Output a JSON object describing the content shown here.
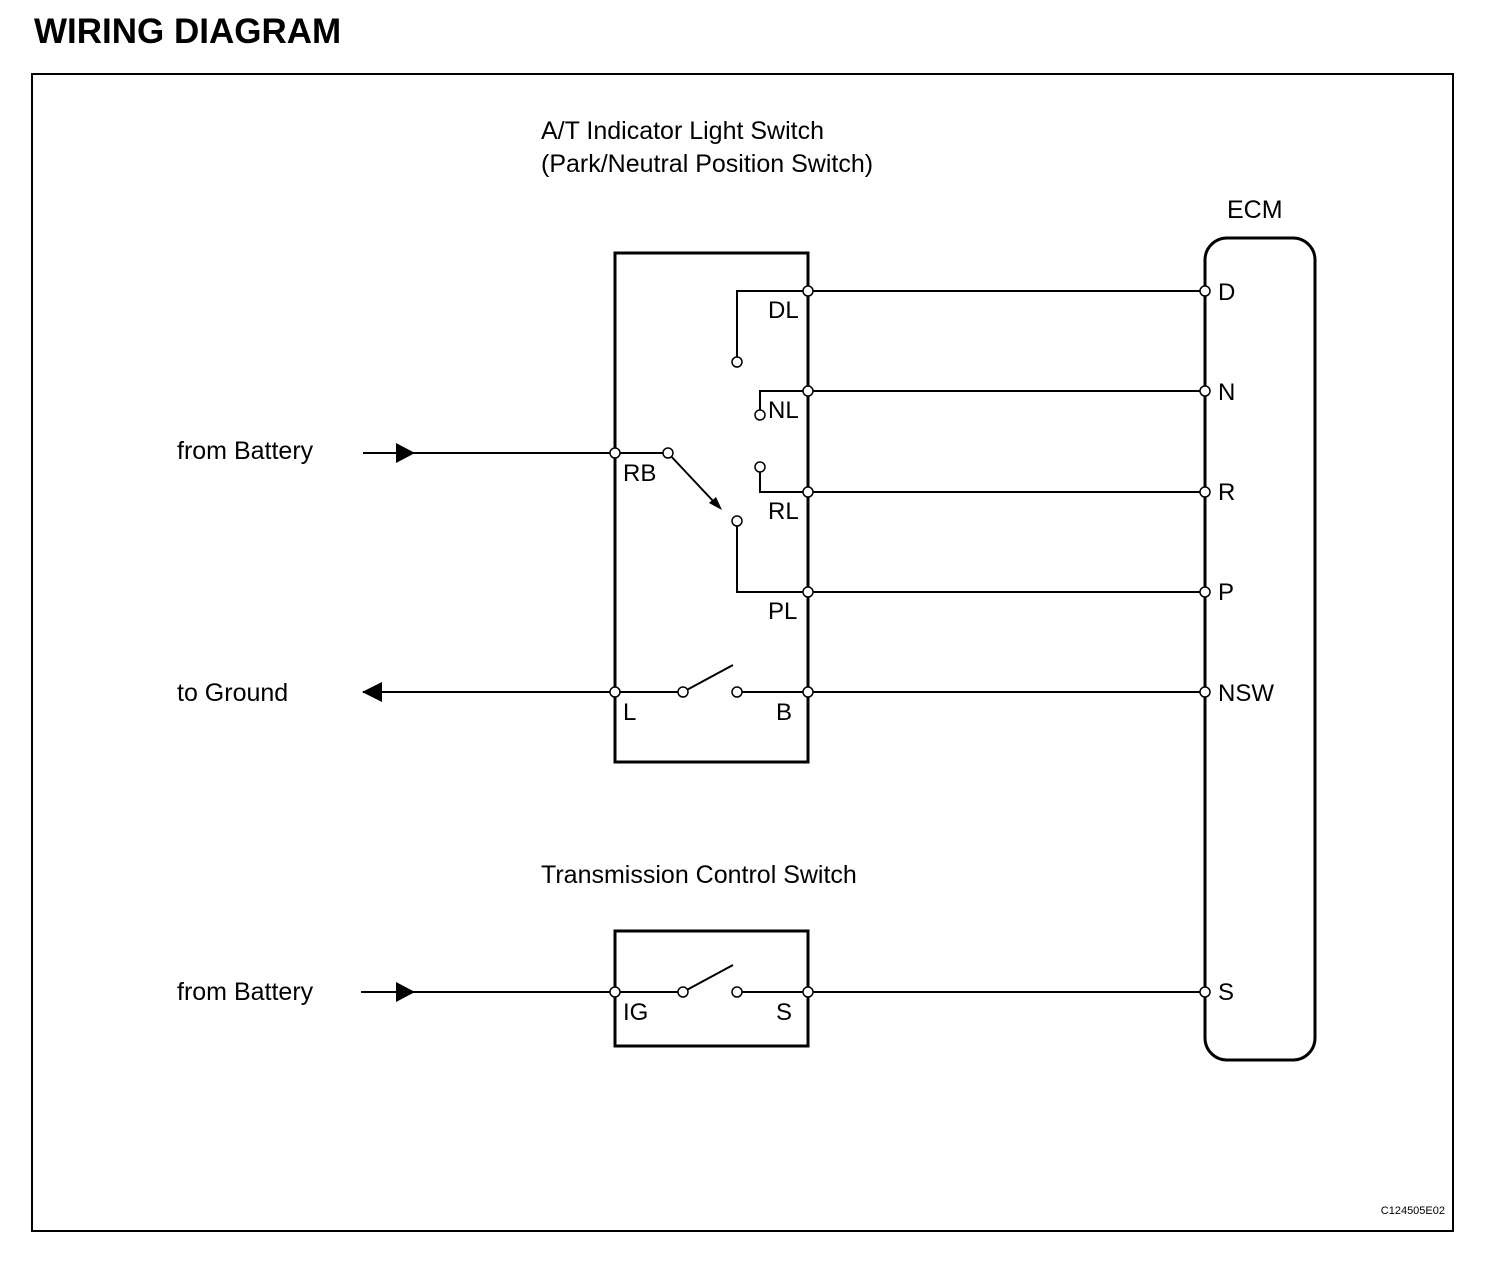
{
  "title": "WIRING DIAGRAM",
  "components": {
    "at_switch": {
      "title_line1": "A/T Indicator Light Switch",
      "title_line2": "(Park/Neutral Position Switch)",
      "pins": {
        "dl": "DL",
        "nl": "NL",
        "rb": "RB",
        "rl": "RL",
        "pl": "PL",
        "l": "L",
        "b": "B"
      }
    },
    "ecm": {
      "title": "ECM",
      "pins": {
        "d": "D",
        "n": "N",
        "r": "R",
        "p": "P",
        "nsw": "NSW",
        "s": "S"
      }
    },
    "transmission_switch": {
      "title": "Transmission Control Switch",
      "pins": {
        "ig": "IG",
        "s": "S"
      }
    }
  },
  "external": {
    "battery_top": "from Battery",
    "ground": "to Ground",
    "battery_bottom": "from Battery"
  },
  "figure_code": "C124505E02"
}
